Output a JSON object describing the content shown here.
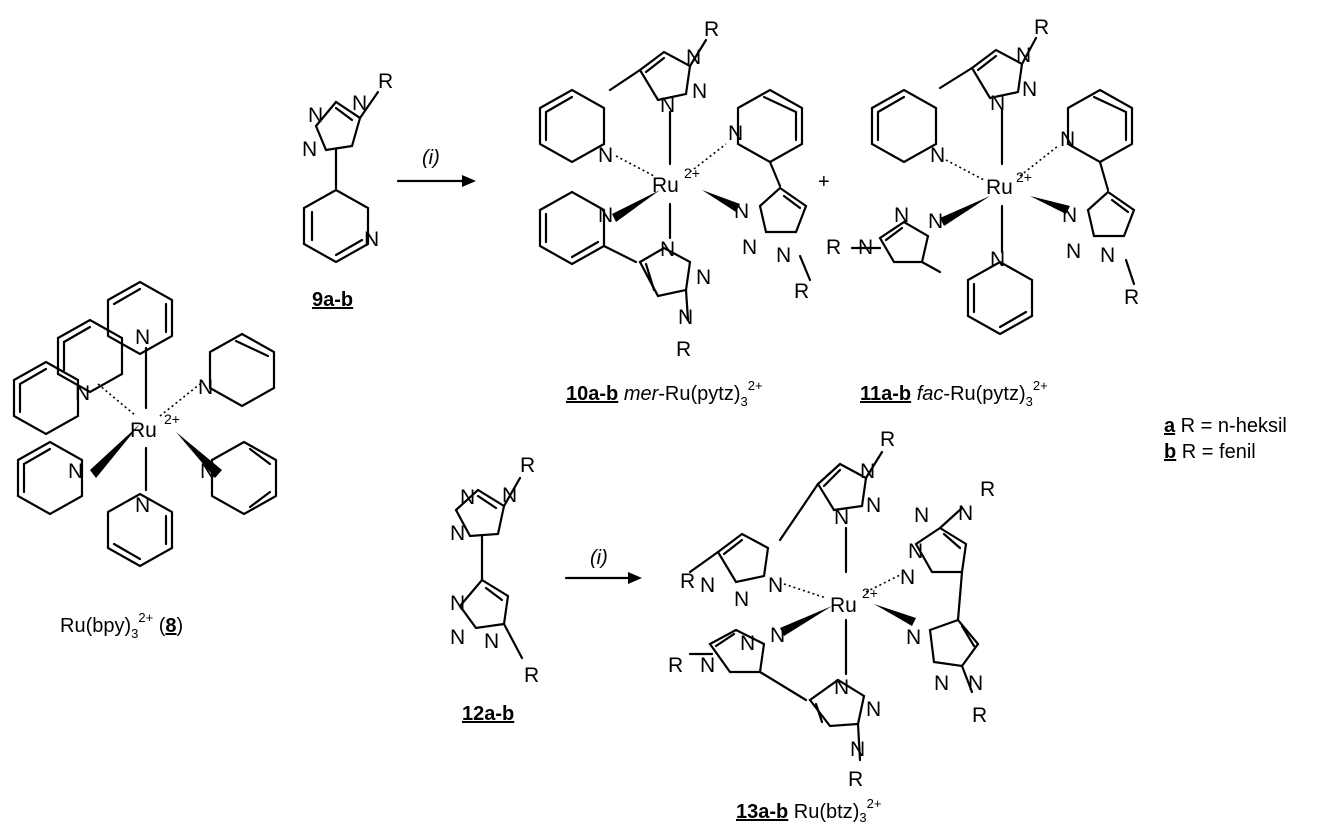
{
  "atoms": {
    "N": "N",
    "R": "R",
    "Ru": "Ru",
    "charge": "2+"
  },
  "reagents": {
    "arrow_top": "(i)",
    "arrow_bottom": "(i)"
  },
  "labels": {
    "bpy": {
      "text": "Ru(bpy)",
      "sub": "3",
      "sup": "2+",
      "paren_open": " (",
      "num": "8",
      "paren_close": ")"
    },
    "c9": {
      "num": "9a-b"
    },
    "c10": {
      "num": "10a-b",
      "iso": "mer",
      "rest": "-Ru(pytz)",
      "sub": "3",
      "sup": "2+"
    },
    "c11": {
      "num": "11a-b",
      "iso": "fac",
      "rest": "-Ru(pytz)",
      "sub": "3",
      "sup": "2+"
    },
    "c12": {
      "num": "12a-b"
    },
    "c13": {
      "num": "13a-b",
      "rest": " Ru(btz)",
      "sub": "3",
      "sup": "2+"
    }
  },
  "legend": [
    {
      "key": "a",
      "text": " R = n-heksil"
    },
    {
      "key": "b",
      "text": " R = fenil"
    }
  ]
}
